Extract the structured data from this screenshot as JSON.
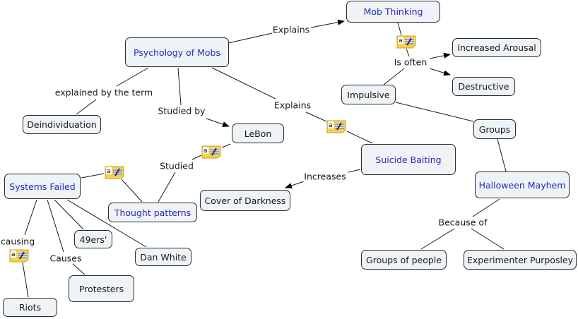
{
  "colors": {
    "node_fill": "#edf3f6",
    "node_border": "#2b2b2b",
    "link_text": "#2828b8",
    "plain_text": "#1a1a1a",
    "note_icon": "#f7d24a"
  },
  "concepts": {
    "mob_thinking": "Mob Thinking",
    "psychology_of_mobs": "Psychology of Mobs",
    "increased_arousal": "Increased Arousal",
    "destructive": "Destructive",
    "impulsive": "Impulsive",
    "deindividuation": "Deindividuation",
    "lebon": "LeBon",
    "groups": "Groups",
    "suicide_baiting": "Suicide Baiting",
    "systems_failed": "Systems Failed",
    "halloween_mayhem": "Halloween Mayhem",
    "cover_of_darkness": "Cover of Darkness",
    "thought_patterns": "Thought patterns",
    "niners": "49ers'",
    "dan_white": "Dan White",
    "groups_of_people": "Groups of people",
    "experimenter_purposley": "Experimenter Purposley",
    "protesters": "Protesters",
    "riots": "Riots"
  },
  "linking_phrases": {
    "explains_1": "Explains",
    "is_often": "Is often",
    "explained_by_term": "explained by the term",
    "studied_by": "Studied by",
    "explains_2": "Explains",
    "studied": "Studied",
    "increases": "Increases",
    "because_of": "Because of",
    "causing": "causing",
    "causes": "Causes"
  },
  "relationships": [
    {
      "from": "Psychology of Mobs",
      "via": "Explains",
      "to": "Mob Thinking"
    },
    {
      "from": "Mob Thinking",
      "via": "Is often",
      "to": [
        "Increased Arousal",
        "Destructive",
        "Impulsive"
      ]
    },
    {
      "from": "Psychology of Mobs",
      "via": "explained by the term",
      "to": "Deindividuation"
    },
    {
      "from": "Psychology of Mobs",
      "via": "Studied by",
      "to": "LeBon"
    },
    {
      "from": "Psychology of Mobs",
      "via": "Explains",
      "to": "Suicide Baiting"
    },
    {
      "from": "Impulsive",
      "via": null,
      "to": "Groups"
    },
    {
      "from": "Groups",
      "via": null,
      "to": "Halloween Mayhem"
    },
    {
      "from": "Suicide Baiting",
      "via": "Increases",
      "to": "Cover of Darkness"
    },
    {
      "from": "LeBon",
      "via": "Studied",
      "to": "Thought patterns"
    },
    {
      "from": "Thought patterns",
      "via": null,
      "to": "Systems Failed"
    },
    {
      "from": "Halloween Mayhem",
      "via": "Because of",
      "to": [
        "Groups of people",
        "Experimenter Purposley"
      ]
    },
    {
      "from": "Systems Failed",
      "via": "causing",
      "to": "Riots"
    },
    {
      "from": "Systems Failed",
      "via": "Causes",
      "to": "Protesters"
    },
    {
      "from": "Systems Failed",
      "via": null,
      "to": "49ers'"
    },
    {
      "from": "Systems Failed",
      "via": null,
      "to": "Dan White"
    }
  ]
}
